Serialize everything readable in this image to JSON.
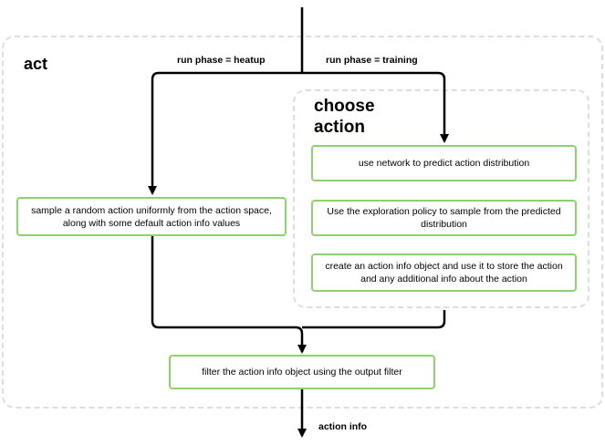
{
  "groups": {
    "act": {
      "title": "act"
    },
    "choose": {
      "title_line1": "choose",
      "title_line2": "action"
    }
  },
  "nodes": {
    "sample_random": "sample a random action uniformly from the action space, along with some default action info values",
    "predict": "use network to predict action distribution",
    "exploration": "Use the exploration policy to sample from the predicted distribution",
    "info_object": "create an action info object and use it to store the action and any additional info about the action",
    "filter": "filter the action info object using the output filter"
  },
  "edge_labels": {
    "heatup": "run phase = heatup",
    "training": "run phase = training",
    "output": "action info"
  },
  "colors": {
    "node_border": "#8fd16f",
    "group_border": "#dddddd",
    "edge": "#000000"
  }
}
